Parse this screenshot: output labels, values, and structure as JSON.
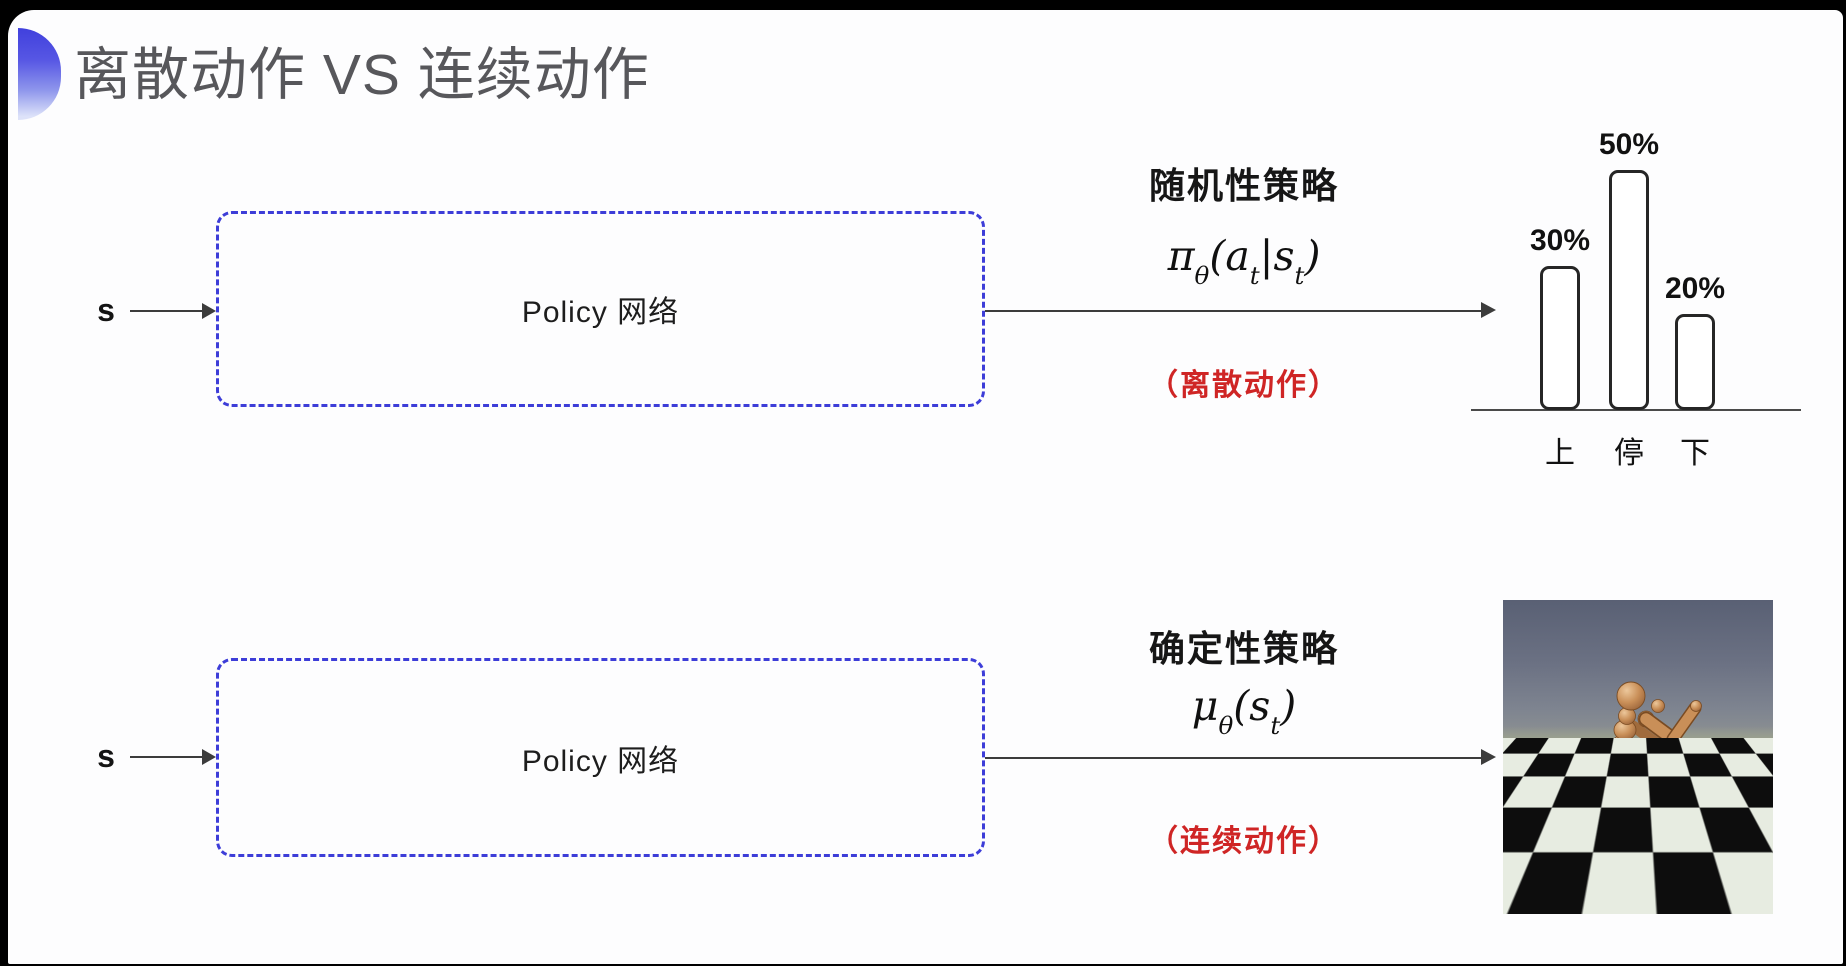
{
  "title": {
    "text": "离散动作 VS 连续动作",
    "accent_color": "#4a4ae0",
    "text_color": "#57575b"
  },
  "diagram_top": {
    "input_label": "s",
    "box_label": "Policy 网络",
    "policy_type": "随机性策略",
    "formula": "π_θ(a_t|s_t)",
    "action_note": "（离散动作）",
    "note_color": "#cf2525",
    "box_border_color": "#3d3dd8"
  },
  "diagram_bottom": {
    "input_label": "s",
    "box_label": "Policy 网络",
    "policy_type": "确定性策略",
    "formula": "μ_θ(s_t)",
    "action_note": "（连续动作）",
    "note_color": "#cf2525",
    "box_border_color": "#3d3dd8"
  },
  "chart_data": {
    "type": "bar",
    "categories": [
      "上",
      "停",
      "下"
    ],
    "values": [
      30,
      50,
      20
    ],
    "value_labels": [
      "30%",
      "50%",
      "20%"
    ],
    "title": "",
    "xlabel": "",
    "ylabel": "",
    "ylim": [
      0,
      55
    ],
    "grid": false,
    "legend": false,
    "bar_fill": "#ffffff",
    "bar_border": "#262626"
  },
  "simulation_image": {
    "alt": "humanoid robot on checkerboard floor",
    "sky_top": "#596074",
    "sky_bottom": "#8e9292",
    "horizon": "#9aa08e",
    "tile_dark": "#0d0d0d",
    "tile_light": "#e7ece1",
    "body_color": "#c98f58"
  }
}
